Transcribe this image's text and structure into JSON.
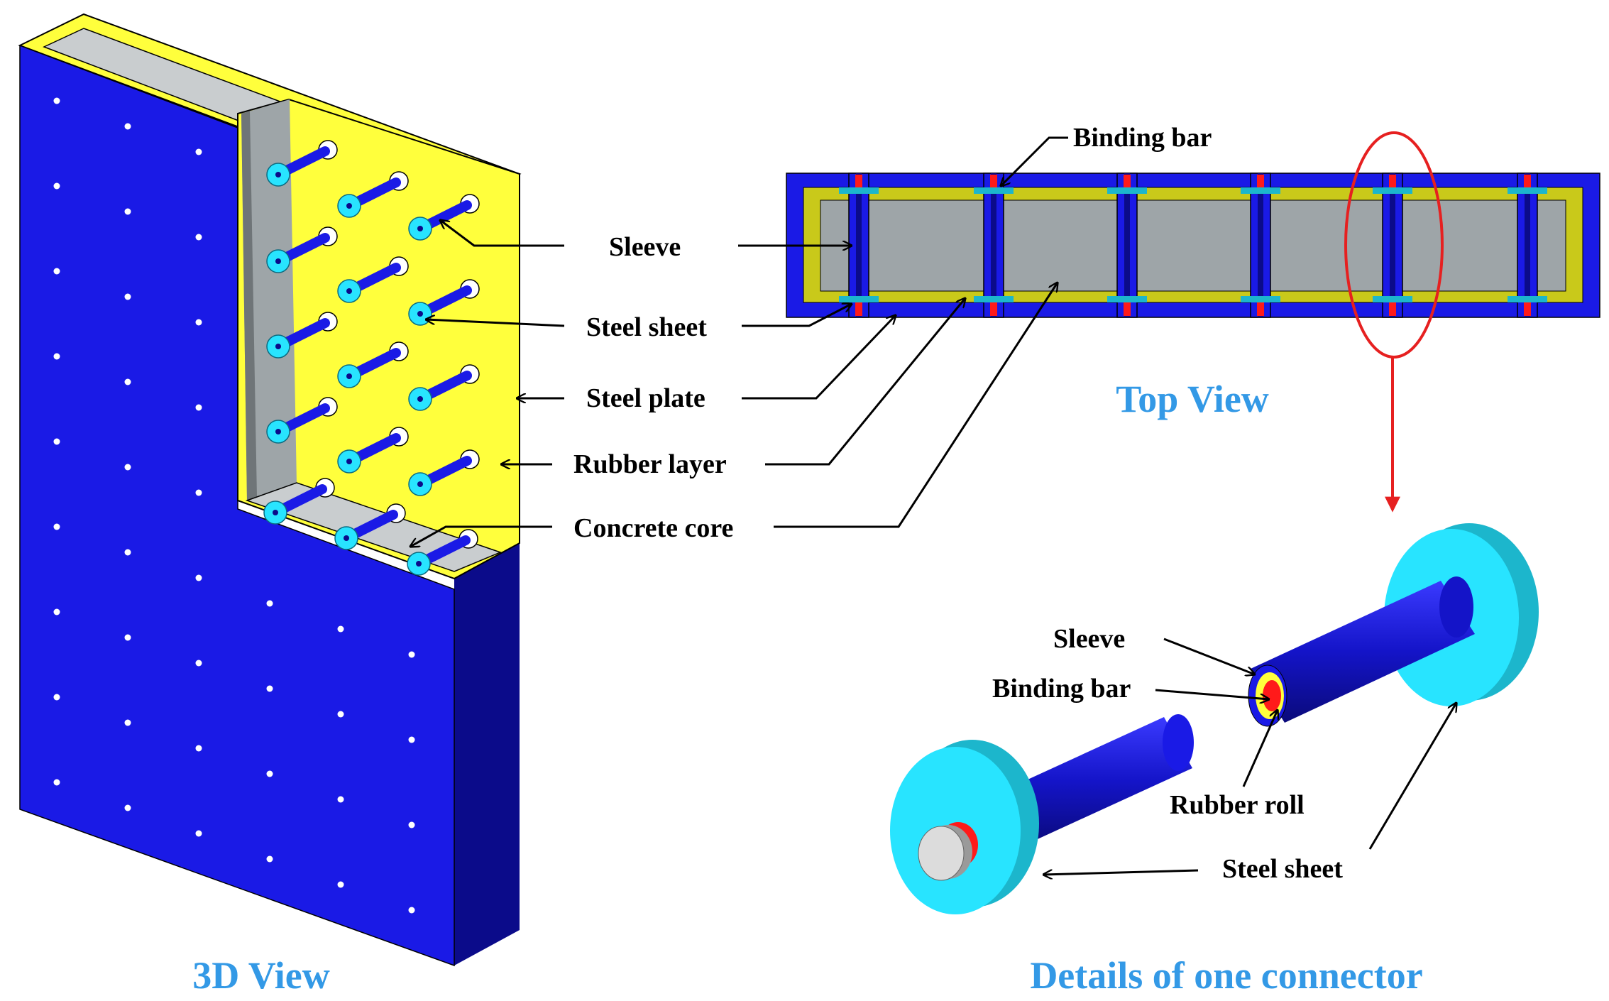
{
  "captions": {
    "view_3d": "3D View",
    "view_top": "Top View",
    "view_connector": "Details of one connector"
  },
  "labels": {
    "sleeve": "Sleeve",
    "steel_sheet": "Steel sheet",
    "steel_plate": "Steel plate",
    "rubber_layer": "Rubber layer",
    "concrete_core": "Concrete core",
    "binding_bar": "Binding bar",
    "detail_sleeve": "Sleeve",
    "detail_binding_bar": "Binding bar",
    "detail_rubber_roll": "Rubber roll",
    "detail_steel_sheet": "Steel sheet"
  },
  "colors": {
    "steel_plate": "#1a1ae6",
    "steel_plate_dark": "#0b0b8a",
    "rubber": "#ffff3c",
    "concrete": "#9ea5a8",
    "concrete_light": "#c9cdcf",
    "sheet": "#28e4ff",
    "sheet_dark": "#1cb6cc",
    "binding_bar": "#ff1a1a",
    "caption": "#3399e6",
    "pointer_red": "#e62020"
  }
}
